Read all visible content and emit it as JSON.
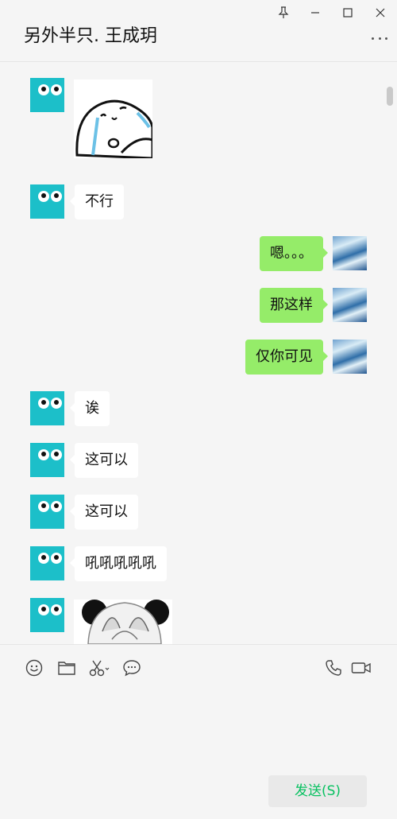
{
  "header": {
    "title": "另外半只. 王成玥"
  },
  "messages": [
    {
      "side": "left",
      "type": "sticker",
      "sticker": "crying-blob-sticker"
    },
    {
      "side": "left",
      "type": "text",
      "text": "不行"
    },
    {
      "side": "right",
      "type": "text",
      "text": "嗯。。。"
    },
    {
      "side": "right",
      "type": "text",
      "text": "那这样"
    },
    {
      "side": "right",
      "type": "text",
      "text": "仅你可见"
    },
    {
      "side": "left",
      "type": "text",
      "text": "诶"
    },
    {
      "side": "left",
      "type": "text",
      "text": "这可以"
    },
    {
      "side": "left",
      "type": "text",
      "text": "这可以"
    },
    {
      "side": "left",
      "type": "text",
      "text": "吼吼吼吼吼"
    },
    {
      "side": "left",
      "type": "sticker",
      "sticker": "panda-face-sticker"
    }
  ],
  "toolbar": {
    "left_tools": [
      "emoji-icon",
      "folder-icon",
      "scissors-icon",
      "chat-bubble-icon"
    ],
    "right_tools": [
      "phone-icon",
      "video-call-icon"
    ]
  },
  "input": {
    "value": ""
  },
  "send_label": "发送(S)",
  "colors": {
    "self_bubble": "#95ec69",
    "other_bubble": "#ffffff",
    "avatar": "#1cbfc9",
    "send_text": "#07c160"
  }
}
